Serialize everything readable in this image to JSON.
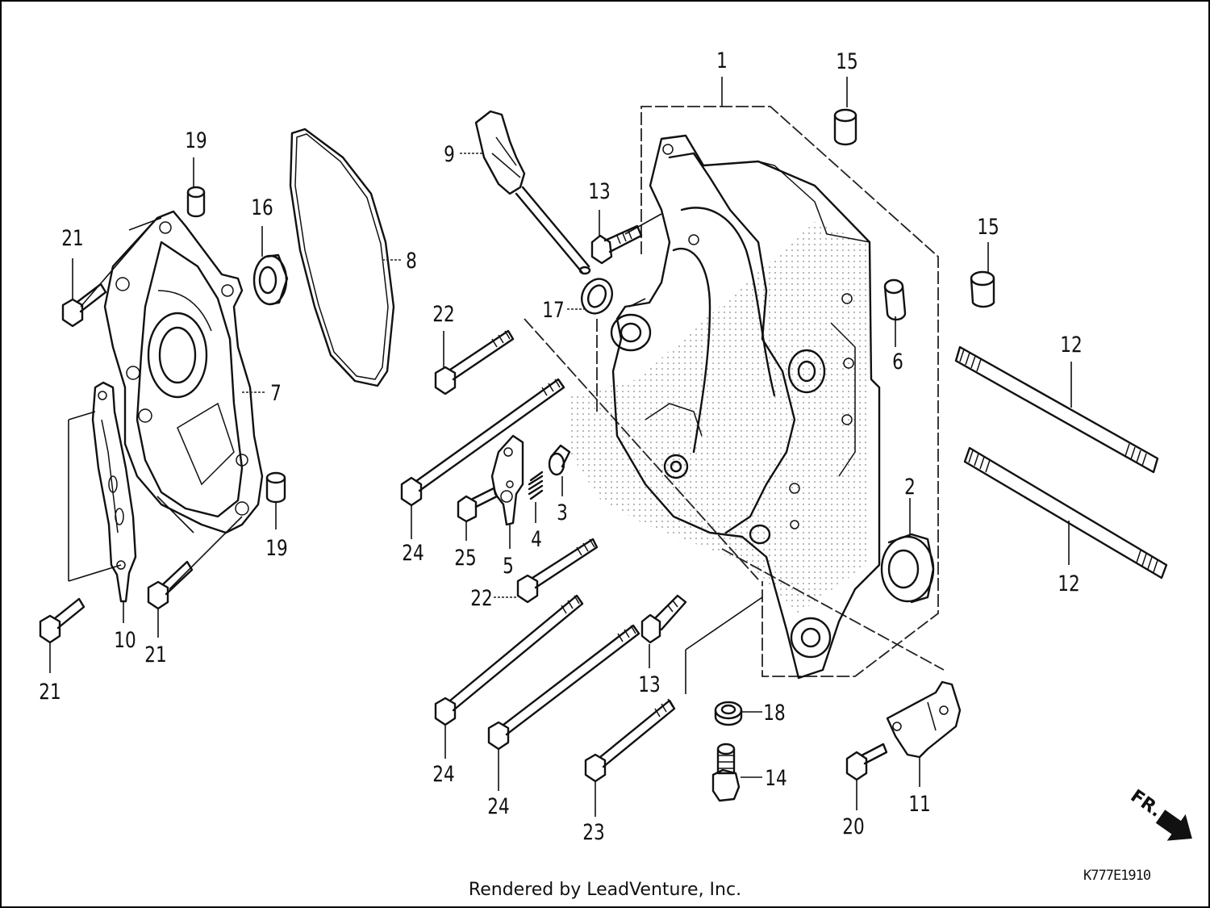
{
  "diagram": {
    "parts": [
      {
        "id": "p1",
        "number": "1"
      },
      {
        "id": "p2",
        "number": "2"
      },
      {
        "id": "p3",
        "number": "3"
      },
      {
        "id": "p4",
        "number": "4"
      },
      {
        "id": "p5",
        "number": "5"
      },
      {
        "id": "p6",
        "number": "6"
      },
      {
        "id": "p7",
        "number": "7"
      },
      {
        "id": "p8",
        "number": "8"
      },
      {
        "id": "p9",
        "number": "9"
      },
      {
        "id": "p10",
        "number": "10"
      },
      {
        "id": "p11",
        "number": "11"
      },
      {
        "id": "p12a",
        "number": "12"
      },
      {
        "id": "p12b",
        "number": "12"
      },
      {
        "id": "p13a",
        "number": "13"
      },
      {
        "id": "p13b",
        "number": "13"
      },
      {
        "id": "p14",
        "number": "14"
      },
      {
        "id": "p15a",
        "number": "15"
      },
      {
        "id": "p15b",
        "number": "15"
      },
      {
        "id": "p16",
        "number": "16"
      },
      {
        "id": "p17",
        "number": "17"
      },
      {
        "id": "p18",
        "number": "18"
      },
      {
        "id": "p19a",
        "number": "19"
      },
      {
        "id": "p19b",
        "number": "19"
      },
      {
        "id": "p20",
        "number": "20"
      },
      {
        "id": "p21a",
        "number": "21"
      },
      {
        "id": "p21b",
        "number": "21"
      },
      {
        "id": "p21c",
        "number": "21"
      },
      {
        "id": "p22a",
        "number": "22"
      },
      {
        "id": "p22b",
        "number": "22"
      },
      {
        "id": "p23",
        "number": "23"
      },
      {
        "id": "p24a",
        "number": "24"
      },
      {
        "id": "p24b",
        "number": "24"
      },
      {
        "id": "p24c",
        "number": "24"
      },
      {
        "id": "p25",
        "number": "25"
      }
    ],
    "direction_label": "FR.",
    "diagram_code": "K777E1910",
    "footer_text": "Rendered by LeadVenture, Inc."
  }
}
